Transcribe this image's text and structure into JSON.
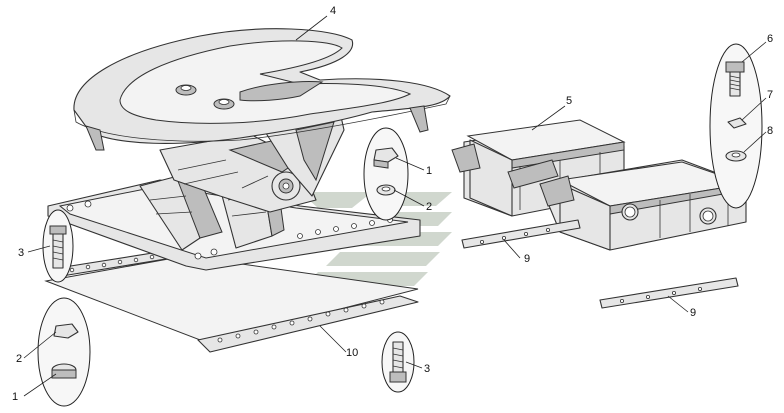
{
  "callouts": {
    "c1a": "1",
    "c2a": "2",
    "c3a": "3",
    "c4": "4",
    "c5": "5",
    "c6": "6",
    "c7": "7",
    "c8": "8",
    "c9a": "9",
    "c9b": "9",
    "c1b": "1",
    "c2b": "2",
    "c3b": "3",
    "c10": "10"
  },
  "colors": {
    "line": "#333333",
    "fill": "#e6e6e6",
    "watermark": "#a9b7a6"
  }
}
